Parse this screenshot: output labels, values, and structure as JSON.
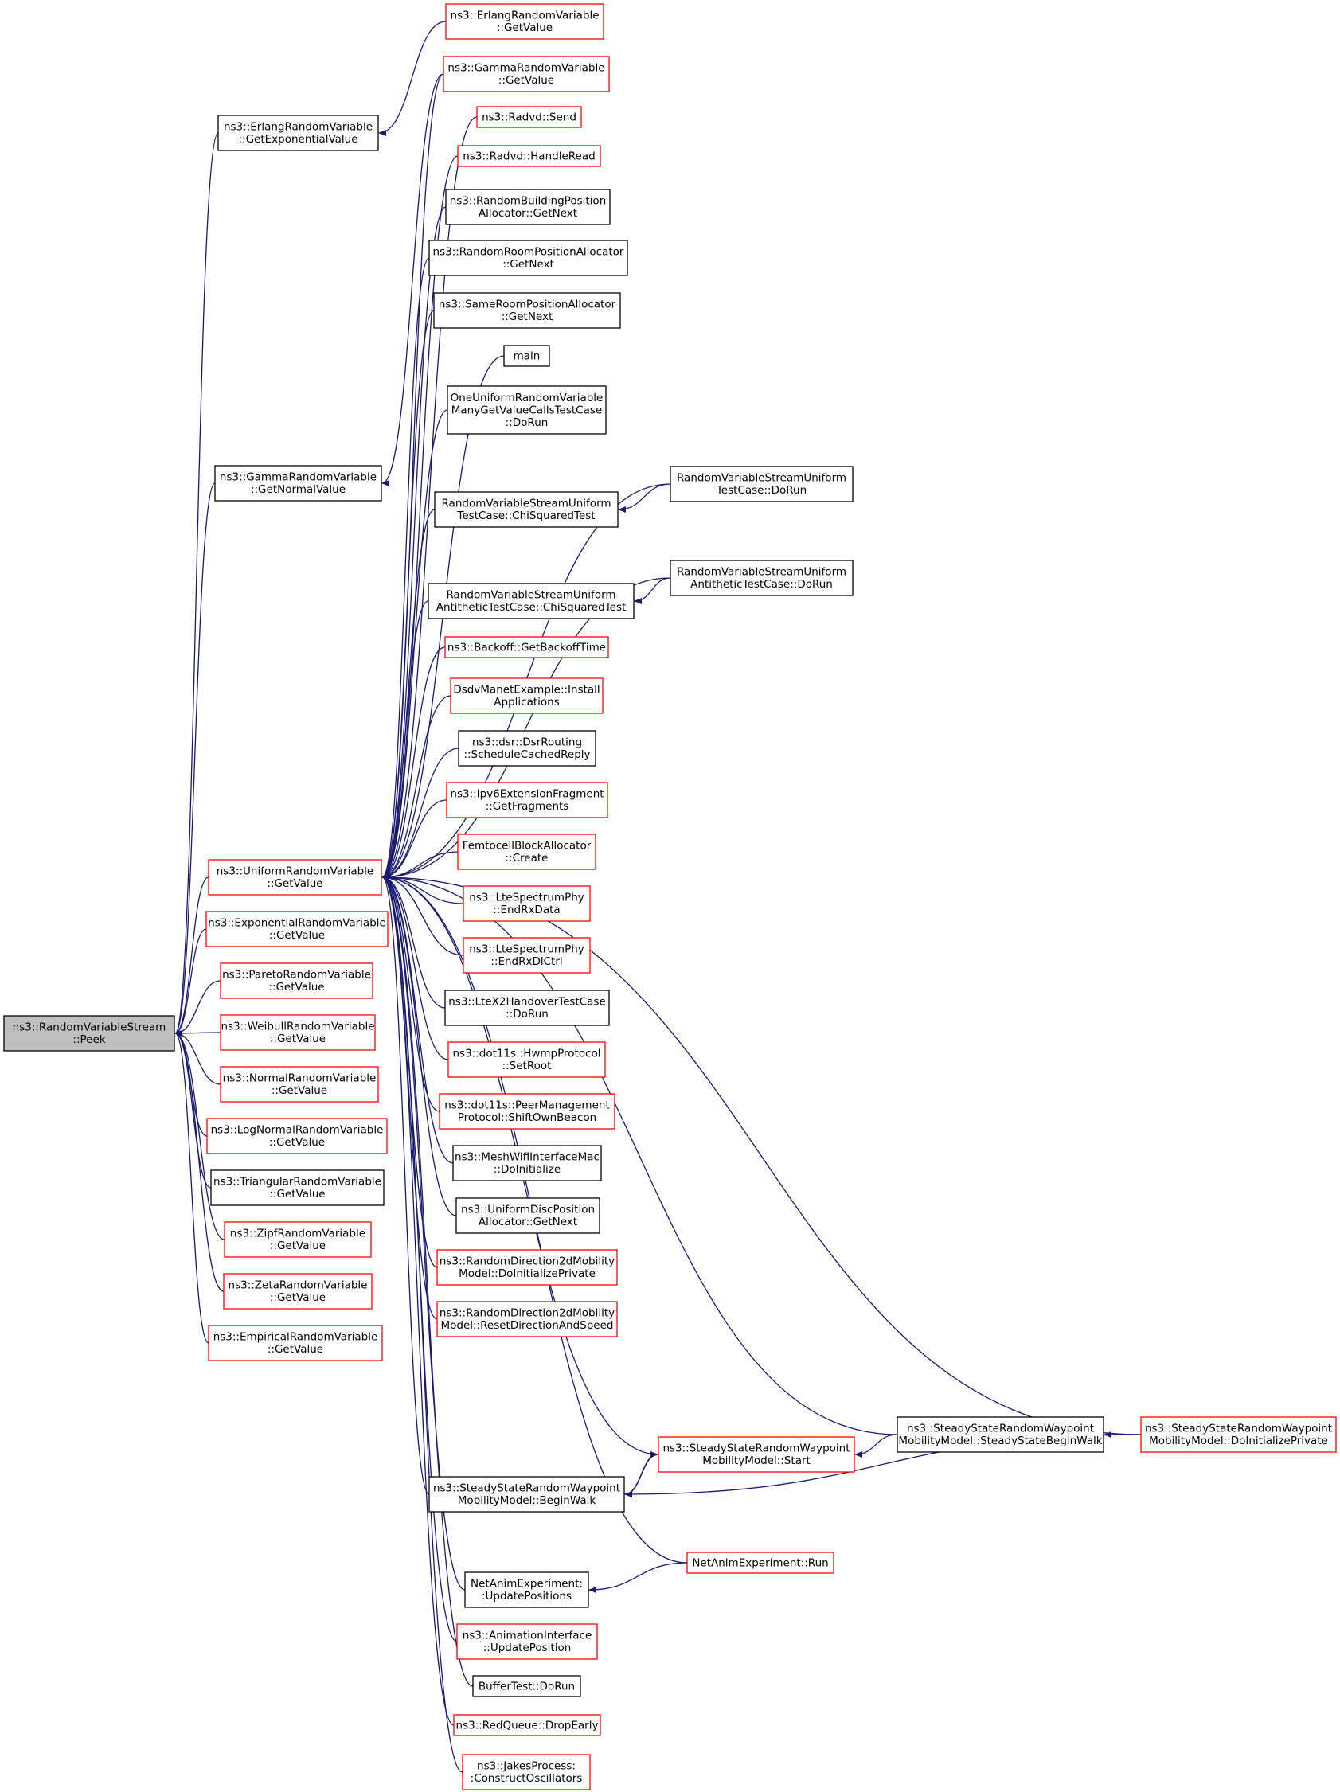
{
  "title": "",
  "colors": {
    "edge": "#191970",
    "border_red": "#ff0000",
    "border_black": "#000000",
    "root_fill": "#bfbfbf",
    "node_fill": "#ffffff"
  },
  "nodes": [
    {
      "id": "peek",
      "lines": [
        "ns3::RandomVariableStream",
        "::Peek"
      ],
      "border": "black",
      "fill": "gray"
    },
    {
      "id": "erlang_getexp",
      "lines": [
        "ns3::ErlangRandomVariable",
        "::GetExponentialValue"
      ],
      "border": "black"
    },
    {
      "id": "gamma_getnormal",
      "lines": [
        "ns3::GammaRandomVariable",
        "::GetNormalValue"
      ],
      "border": "black"
    },
    {
      "id": "uniform_get",
      "lines": [
        "ns3::UniformRandomVariable",
        "::GetValue"
      ],
      "border": "red"
    },
    {
      "id": "exponential_get",
      "lines": [
        "ns3::ExponentialRandomVariable",
        "::GetValue"
      ],
      "border": "red"
    },
    {
      "id": "pareto_get",
      "lines": [
        "ns3::ParetoRandomVariable",
        "::GetValue"
      ],
      "border": "red"
    },
    {
      "id": "weibull_get",
      "lines": [
        "ns3::WeibullRandomVariable",
        "::GetValue"
      ],
      "border": "red"
    },
    {
      "id": "normal_get",
      "lines": [
        "ns3::NormalRandomVariable",
        "::GetValue"
      ],
      "border": "red"
    },
    {
      "id": "lognormal_get",
      "lines": [
        "ns3::LogNormalRandomVariable",
        "::GetValue"
      ],
      "border": "red"
    },
    {
      "id": "triangular_get",
      "lines": [
        "ns3::TriangularRandomVariable",
        "::GetValue"
      ],
      "border": "black"
    },
    {
      "id": "zipf_get",
      "lines": [
        "ns3::ZipfRandomVariable",
        "::GetValue"
      ],
      "border": "red"
    },
    {
      "id": "zeta_get",
      "lines": [
        "ns3::ZetaRandomVariable",
        "::GetValue"
      ],
      "border": "red"
    },
    {
      "id": "empirical_get",
      "lines": [
        "ns3::EmpiricalRandomVariable",
        "::GetValue"
      ],
      "border": "red"
    },
    {
      "id": "erlang_get",
      "lines": [
        "ns3::ErlangRandomVariable",
        "::GetValue"
      ],
      "border": "red"
    },
    {
      "id": "gamma_get",
      "lines": [
        "ns3::GammaRandomVariable",
        "::GetValue"
      ],
      "border": "red"
    },
    {
      "id": "radvd_send",
      "lines": [
        "ns3::Radvd::Send"
      ],
      "border": "red"
    },
    {
      "id": "radvd_handleread",
      "lines": [
        "ns3::Radvd::HandleRead"
      ],
      "border": "red"
    },
    {
      "id": "rbpa_getnext",
      "lines": [
        "ns3::RandomBuildingPosition",
        "Allocator::GetNext"
      ],
      "border": "black"
    },
    {
      "id": "rrpa_getnext",
      "lines": [
        "ns3::RandomRoomPositionAllocator",
        "::GetNext"
      ],
      "border": "black"
    },
    {
      "id": "srpa_getnext",
      "lines": [
        "ns3::SameRoomPositionAllocator",
        "::GetNext"
      ],
      "border": "black"
    },
    {
      "id": "main",
      "lines": [
        "main"
      ],
      "border": "black"
    },
    {
      "id": "oneuniform_dorun",
      "lines": [
        "OneUniformRandomVariable",
        "ManyGetValueCallsTestCase",
        "::DoRun"
      ],
      "border": "black"
    },
    {
      "id": "rvsu_chisq",
      "lines": [
        "RandomVariableStreamUniform",
        "TestCase::ChiSquaredTest"
      ],
      "border": "black"
    },
    {
      "id": "rvsu_dorun",
      "lines": [
        "RandomVariableStreamUniform",
        "TestCase::DoRun"
      ],
      "border": "black"
    },
    {
      "id": "rvsua_chisq",
      "lines": [
        "RandomVariableStreamUniform",
        "AntitheticTestCase::ChiSquaredTest"
      ],
      "border": "black"
    },
    {
      "id": "rvsua_dorun",
      "lines": [
        "RandomVariableStreamUniform",
        "AntitheticTestCase::DoRun"
      ],
      "border": "black"
    },
    {
      "id": "backoff",
      "lines": [
        "ns3::Backoff::GetBackoffTime"
      ],
      "border": "red"
    },
    {
      "id": "dsdv_install",
      "lines": [
        "DsdvManetExample::Install",
        "Applications"
      ],
      "border": "red"
    },
    {
      "id": "dsr_schedule",
      "lines": [
        "ns3::dsr::DsrRouting",
        "::ScheduleCachedReply"
      ],
      "border": "black"
    },
    {
      "id": "ipv6frag",
      "lines": [
        "ns3::Ipv6ExtensionFragment",
        "::GetFragments"
      ],
      "border": "red"
    },
    {
      "id": "femto_create",
      "lines": [
        "FemtocellBlockAllocator",
        "::Create"
      ],
      "border": "red"
    },
    {
      "id": "lte_endrxdata",
      "lines": [
        "ns3::LteSpectrumPhy",
        "::EndRxData"
      ],
      "border": "red"
    },
    {
      "id": "lte_endrxdlctrl",
      "lines": [
        "ns3::LteSpectrumPhy",
        "::EndRxDlCtrl"
      ],
      "border": "red"
    },
    {
      "id": "ltex2_dorun",
      "lines": [
        "ns3::LteX2HandoverTestCase",
        "::DoRun"
      ],
      "border": "black"
    },
    {
      "id": "hwmp_setroot",
      "lines": [
        "ns3::dot11s::HwmpProtocol",
        "::SetRoot"
      ],
      "border": "red"
    },
    {
      "id": "peermgmt_shift",
      "lines": [
        "ns3::dot11s::PeerManagement",
        "Protocol::ShiftOwnBeacon"
      ],
      "border": "red"
    },
    {
      "id": "meshwifi_init",
      "lines": [
        "ns3::MeshWifiInterfaceMac",
        "::DoInitialize"
      ],
      "border": "black"
    },
    {
      "id": "udpa_getnext",
      "lines": [
        "ns3::UniformDiscPosition",
        "Allocator::GetNext"
      ],
      "border": "black"
    },
    {
      "id": "rd2d_init",
      "lines": [
        "ns3::RandomDirection2dMobility",
        "Model::DoInitializePrivate"
      ],
      "border": "red"
    },
    {
      "id": "rd2d_reset",
      "lines": [
        "ns3::RandomDirection2dMobility",
        "Model::ResetDirectionAndSpeed"
      ],
      "border": "red"
    },
    {
      "id": "sswp_beginwalk",
      "lines": [
        "ns3::SteadyStateRandomWaypoint",
        "MobilityModel::BeginWalk"
      ],
      "border": "black"
    },
    {
      "id": "sswp_start",
      "lines": [
        "ns3::SteadyStateRandomWaypoint",
        "MobilityModel::Start"
      ],
      "border": "red"
    },
    {
      "id": "sswp_ssbeginwalk",
      "lines": [
        "ns3::SteadyStateRandomWaypoint",
        "MobilityModel::SteadyStateBeginWalk"
      ],
      "border": "black"
    },
    {
      "id": "sswp_doinit",
      "lines": [
        "ns3::SteadyStateRandomWaypoint",
        "MobilityModel::DoInitializePrivate"
      ],
      "border": "red"
    },
    {
      "id": "netanim_update",
      "lines": [
        "NetAnimExperiment:",
        ":UpdatePositions"
      ],
      "border": "black"
    },
    {
      "id": "netanim_run",
      "lines": [
        "NetAnimExperiment::Run"
      ],
      "border": "red"
    },
    {
      "id": "anim_update",
      "lines": [
        "ns3::AnimationInterface",
        "::UpdatePosition"
      ],
      "border": "red"
    },
    {
      "id": "buffertest",
      "lines": [
        "BufferTest::DoRun"
      ],
      "border": "black"
    },
    {
      "id": "redqueue",
      "lines": [
        "ns3::RedQueue::DropEarly"
      ],
      "border": "red"
    },
    {
      "id": "jakes",
      "lines": [
        "ns3::JakesProcess:",
        ":ConstructOscillators"
      ],
      "border": "red"
    }
  ],
  "edges": [
    [
      "erlang_getexp",
      "peek"
    ],
    [
      "gamma_getnormal",
      "peek"
    ],
    [
      "uniform_get",
      "peek"
    ],
    [
      "exponential_get",
      "peek"
    ],
    [
      "pareto_get",
      "peek"
    ],
    [
      "weibull_get",
      "peek"
    ],
    [
      "normal_get",
      "peek"
    ],
    [
      "lognormal_get",
      "peek"
    ],
    [
      "triangular_get",
      "peek"
    ],
    [
      "zipf_get",
      "peek"
    ],
    [
      "zeta_get",
      "peek"
    ],
    [
      "empirical_get",
      "peek"
    ],
    [
      "erlang_get",
      "erlang_getexp"
    ],
    [
      "gamma_get",
      "gamma_getnormal"
    ],
    [
      "gamma_get",
      "uniform_get"
    ],
    [
      "radvd_send",
      "uniform_get"
    ],
    [
      "radvd_handleread",
      "uniform_get"
    ],
    [
      "rbpa_getnext",
      "uniform_get"
    ],
    [
      "rrpa_getnext",
      "uniform_get"
    ],
    [
      "srpa_getnext",
      "uniform_get"
    ],
    [
      "main",
      "uniform_get"
    ],
    [
      "oneuniform_dorun",
      "uniform_get"
    ],
    [
      "rvsu_dorun",
      "uniform_get"
    ],
    [
      "rvsu_chisq",
      "uniform_get"
    ],
    [
      "rvsua_dorun",
      "uniform_get"
    ],
    [
      "rvsua_chisq",
      "uniform_get"
    ],
    [
      "backoff",
      "uniform_get"
    ],
    [
      "dsdv_install",
      "uniform_get"
    ],
    [
      "dsr_schedule",
      "uniform_get"
    ],
    [
      "ipv6frag",
      "uniform_get"
    ],
    [
      "femto_create",
      "uniform_get"
    ],
    [
      "lte_endrxdata",
      "uniform_get"
    ],
    [
      "lte_endrxdlctrl",
      "uniform_get"
    ],
    [
      "ltex2_dorun",
      "uniform_get"
    ],
    [
      "hwmp_setroot",
      "uniform_get"
    ],
    [
      "peermgmt_shift",
      "uniform_get"
    ],
    [
      "meshwifi_init",
      "uniform_get"
    ],
    [
      "udpa_getnext",
      "uniform_get"
    ],
    [
      "rd2d_init",
      "uniform_get"
    ],
    [
      "rd2d_reset",
      "uniform_get"
    ],
    [
      "sswp_doinit",
      "uniform_get"
    ],
    [
      "sswp_ssbeginwalk",
      "uniform_get"
    ],
    [
      "sswp_start",
      "uniform_get"
    ],
    [
      "sswp_beginwalk",
      "uniform_get"
    ],
    [
      "netanim_run",
      "uniform_get"
    ],
    [
      "netanim_update",
      "uniform_get"
    ],
    [
      "anim_update",
      "uniform_get"
    ],
    [
      "buffertest",
      "uniform_get"
    ],
    [
      "redqueue",
      "uniform_get"
    ],
    [
      "jakes",
      "uniform_get"
    ],
    [
      "rvsu_dorun",
      "rvsu_chisq"
    ],
    [
      "rvsua_dorun",
      "rvsua_chisq"
    ],
    [
      "sswp_doinit",
      "sswp_ssbeginwalk"
    ],
    [
      "sswp_ssbeginwalk",
      "sswp_start"
    ],
    [
      "sswp_start",
      "sswp_beginwalk"
    ],
    [
      "sswp_beginwalk",
      "sswp_start"
    ],
    [
      "sswp_doinit",
      "sswp_beginwalk"
    ],
    [
      "netanim_run",
      "netanim_update"
    ]
  ]
}
